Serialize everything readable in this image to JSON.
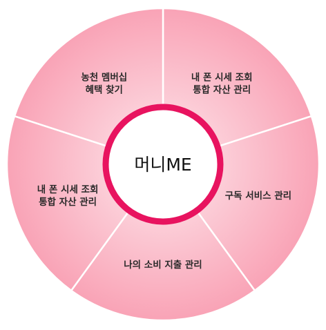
{
  "center": {
    "label": "머니ME"
  },
  "segments": [
    {
      "lines": [
        "내 폰 시세 조회",
        "통합 자산 관리"
      ]
    },
    {
      "lines": [
        "구독 서비스 관리"
      ]
    },
    {
      "lines": [
        "나의 소비 지출 관리"
      ]
    },
    {
      "lines": [
        "내 폰 시세 조회",
        "통합 자산 관리"
      ]
    },
    {
      "lines": [
        "농천 멤버십",
        "혜택 찾기"
      ]
    }
  ],
  "colors": {
    "segment_light": "#fcd0d9",
    "segment_dark": "#f9a6b8",
    "divider": "#ffffff",
    "ring": "#e8135f",
    "center_fill": "#ffffff"
  }
}
